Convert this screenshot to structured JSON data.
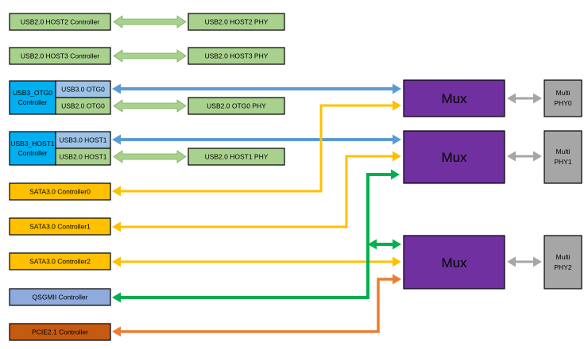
{
  "colors": {
    "green_box": "#a9d18e",
    "blue_box": "#00b0f0",
    "blue_sub": "#9dc3e6",
    "yellow_box": "#ffc000",
    "qsgmii_box": "#8faadc",
    "pcie_box": "#c55a11",
    "mux_box": "#7030a0",
    "phy_box": "#a6a6a6",
    "arrow_green_light": "#a9d18e",
    "arrow_blue": "#5b9bd5",
    "arrow_yellow": "#ffc000",
    "arrow_green": "#00b050",
    "arrow_orange": "#ed7d31",
    "arrow_gray": "#a6a6a6"
  },
  "nodes": {
    "host2_ctrl": "USB2.0 HOST2  Controller",
    "host2_phy": "USB2.0 HOST2 PHY",
    "host3_ctrl": "USB2.0 HOST3 Controller",
    "host3_phy": "USB2.0 HOST3 PHY",
    "otg0_ctrl_line1": "USB3_OTG0",
    "otg0_ctrl_line2": "Controller",
    "otg0_usb3": "USB3.0 OTG0",
    "otg0_usb2": "USB2.0 OTG0",
    "otg0_phy": "USB2.0 OTG0 PHY",
    "host1_ctrl_line1": "USB3_HOST1",
    "host1_ctrl_line2": "Controller",
    "host1_usb3": "USB3.0 HOST1",
    "host1_usb2": "USB2.0 HOST1",
    "host1_phy": "USB2.0 HOST1 PHY",
    "sata0": "SATA3.0 Controller0",
    "sata1": "SATA3.0 Controller1",
    "sata2": "SATA3.0 Controller2",
    "qsgmii": "QSGMII Controller",
    "pcie": "PCIE2.1 Controller",
    "mux0": "Mux",
    "mux1": "Mux",
    "mux2": "Mux",
    "phy0_line1": "Multi",
    "phy0_line2": "PHY0",
    "phy1_line1": "Multi",
    "phy1_line2": "PHY1",
    "phy2_line1": "Multi",
    "phy2_line2": "PHY2"
  }
}
